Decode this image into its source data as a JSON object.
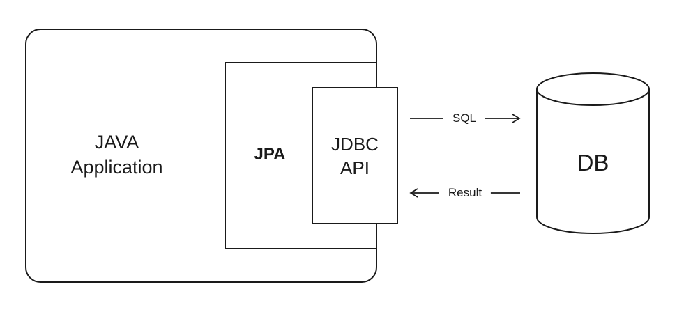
{
  "diagram": {
    "java_app": {
      "line1": "JAVA",
      "line2": "Application"
    },
    "jpa": {
      "label": "JPA"
    },
    "jdbc": {
      "line1": "JDBC",
      "line2": "API"
    },
    "db": {
      "label": "DB"
    },
    "arrows": {
      "sql": "SQL",
      "result": "Result"
    },
    "colors": {
      "stroke": "#1a1a1a",
      "background": "#ffffff"
    }
  }
}
